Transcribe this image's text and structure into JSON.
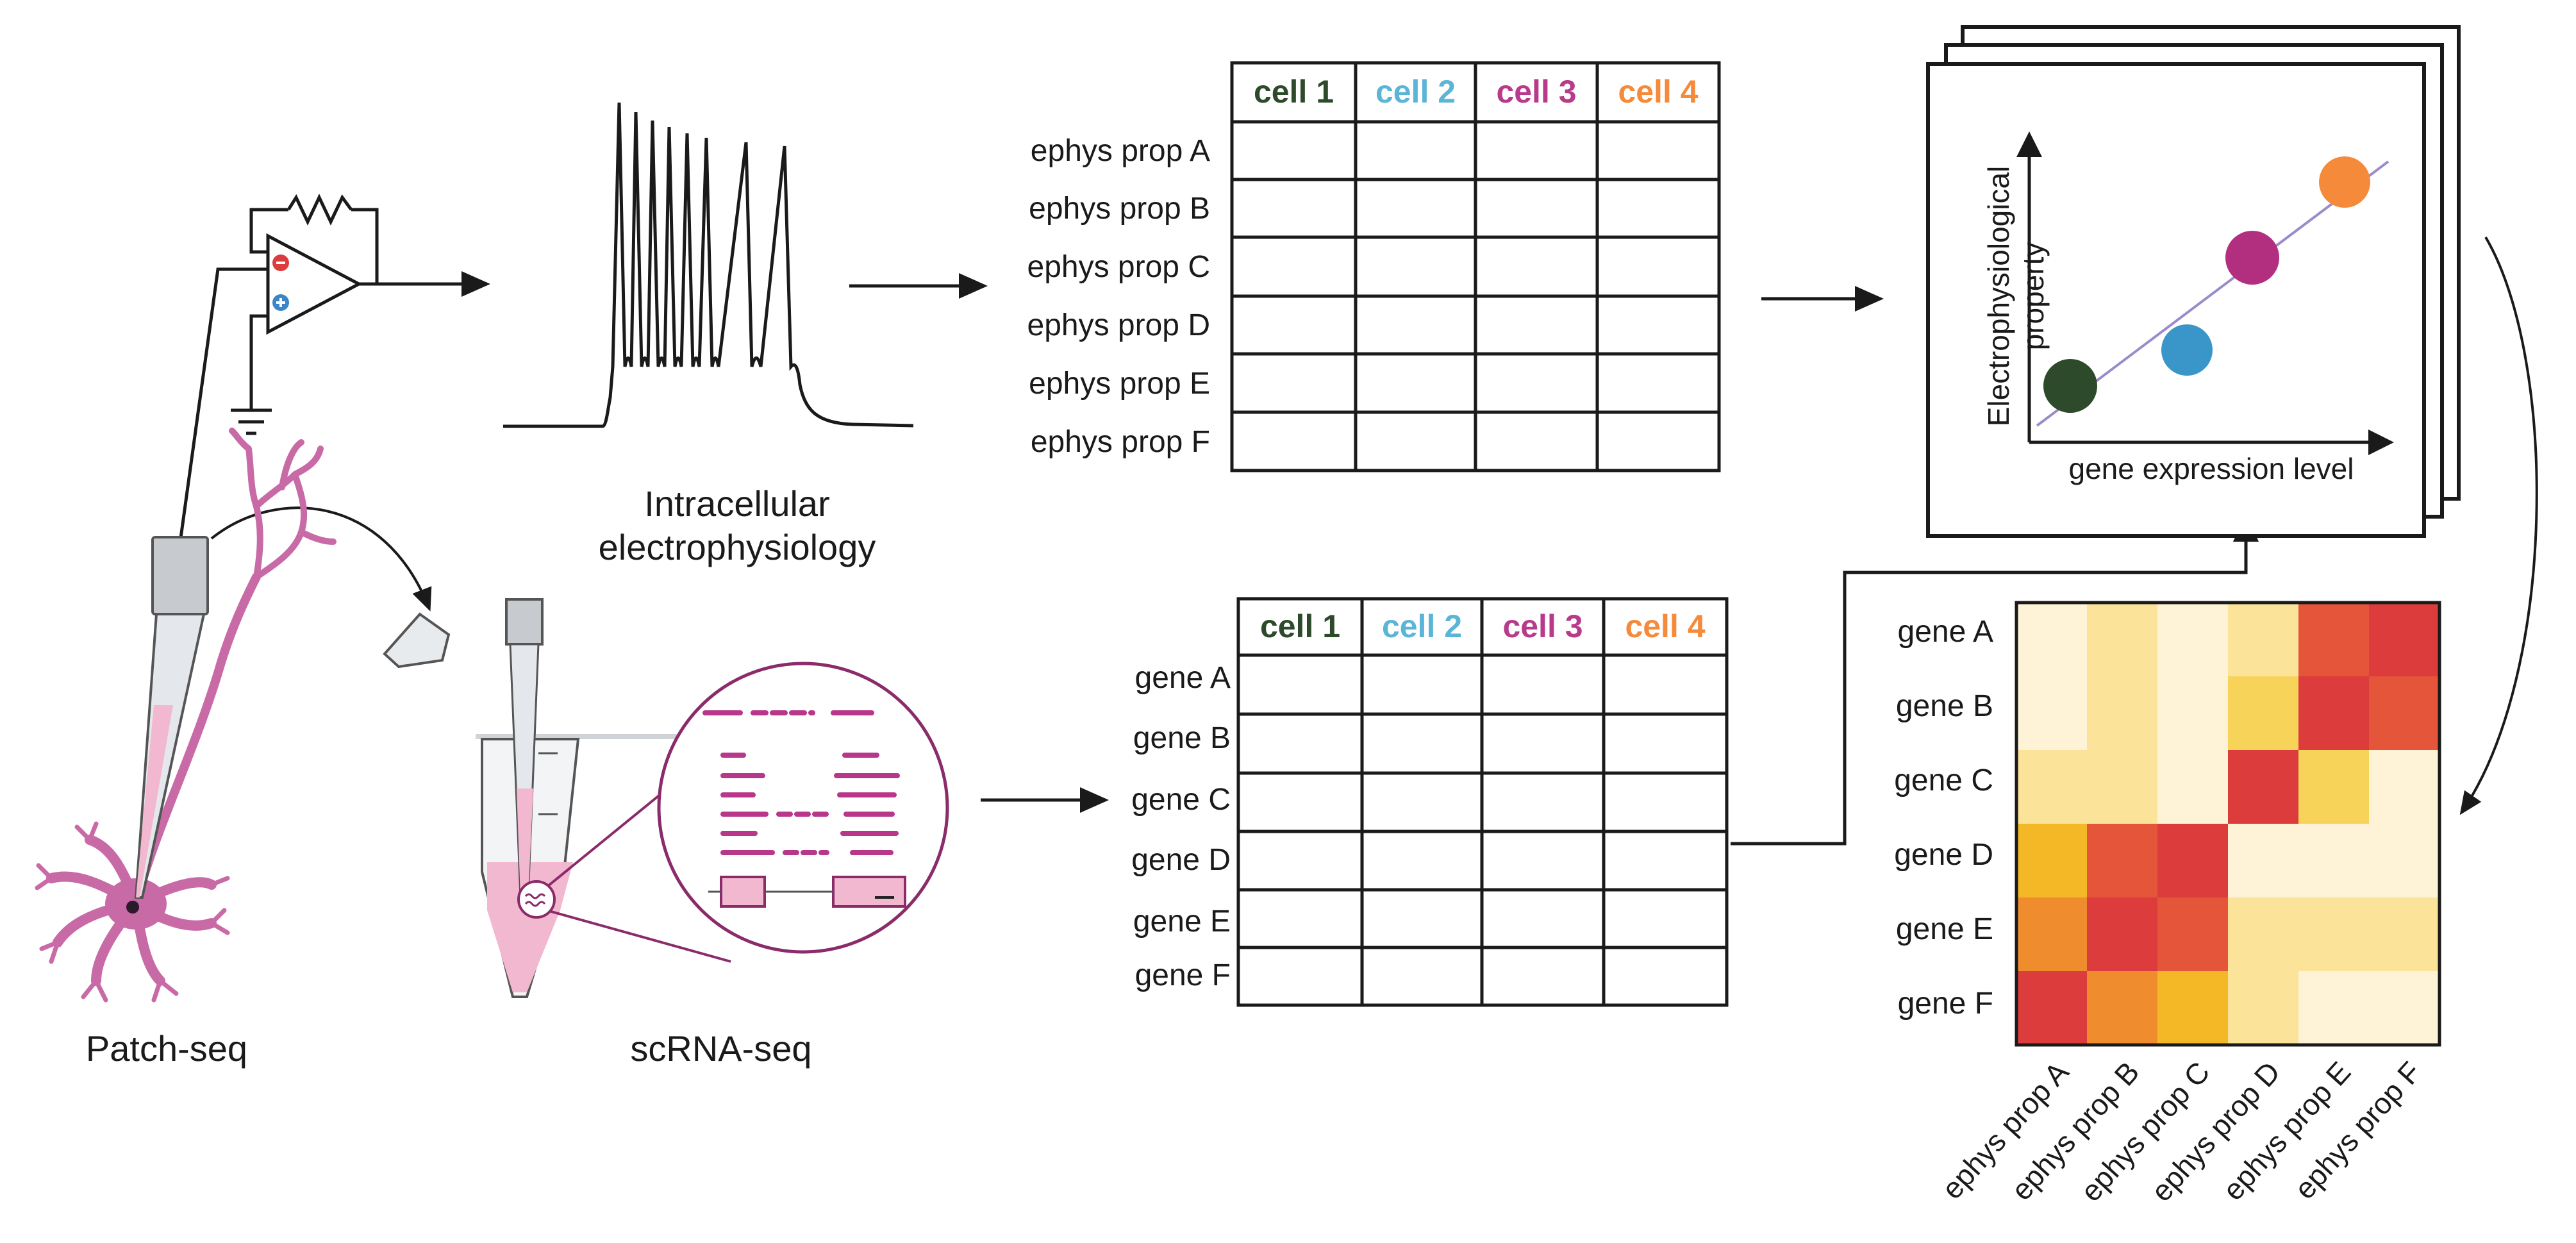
{
  "captions": {
    "patch_seq": "Patch-seq",
    "scrna_seq": "scRNA-seq",
    "intracellular": "Intracellular\nelectrophysiology"
  },
  "ephys_table": {
    "columns": [
      "cell 1",
      "cell 2",
      "cell 3",
      "cell 4"
    ],
    "rows": [
      "ephys prop A",
      "ephys prop B",
      "ephys prop C",
      "ephys prop D",
      "ephys prop E",
      "ephys prop F"
    ]
  },
  "gene_table": {
    "columns": [
      "cell 1",
      "cell 2",
      "cell 3",
      "cell 4"
    ],
    "rows": [
      "gene A",
      "gene B",
      "gene C",
      "gene D",
      "gene E",
      "gene F"
    ]
  },
  "scatter_card": {
    "ylabel": "Electrophysiological\nproperty",
    "xlabel": "gene expression level"
  },
  "heatmap": {
    "rows": [
      "gene A",
      "gene B",
      "gene C",
      "gene D",
      "gene E",
      "gene F"
    ],
    "columns": [
      "ephys prop A",
      "ephys prop B",
      "ephys prop C",
      "ephys prop D",
      "ephys prop E",
      "ephys prop F"
    ]
  },
  "colors": {
    "cell_1": "#2d4a2b",
    "cell_2": "#5bb5d6",
    "cell_3": "#b83a8a",
    "cell_4": "#f58a3a",
    "neuron": "#c86aa6",
    "tube_fill": "#f2b8cf",
    "read": "#b8378a",
    "heat_0": "#fef3d6",
    "heat_1": "#fbe39a",
    "heat_2": "#f7d35a",
    "heat_3": "#f4b826",
    "heat_4": "#ef8c2e",
    "heat_5": "#e4553a",
    "heat_6": "#dc3c3c"
  },
  "chart_data": {
    "type": "heatmap",
    "rows": [
      "gene A",
      "gene B",
      "gene C",
      "gene D",
      "gene E",
      "gene F"
    ],
    "columns": [
      "ephys prop A",
      "ephys prop B",
      "ephys prop C",
      "ephys prop D",
      "ephys prop E",
      "ephys prop F"
    ],
    "values": [
      [
        0,
        1,
        0,
        1,
        5,
        6
      ],
      [
        0,
        1,
        0,
        2,
        6,
        5
      ],
      [
        1,
        1,
        0,
        6,
        2,
        0
      ],
      [
        3,
        5,
        6,
        0,
        0,
        0
      ],
      [
        4,
        6,
        5,
        1,
        1,
        1
      ],
      [
        6,
        4,
        3,
        1,
        0,
        0
      ]
    ]
  }
}
